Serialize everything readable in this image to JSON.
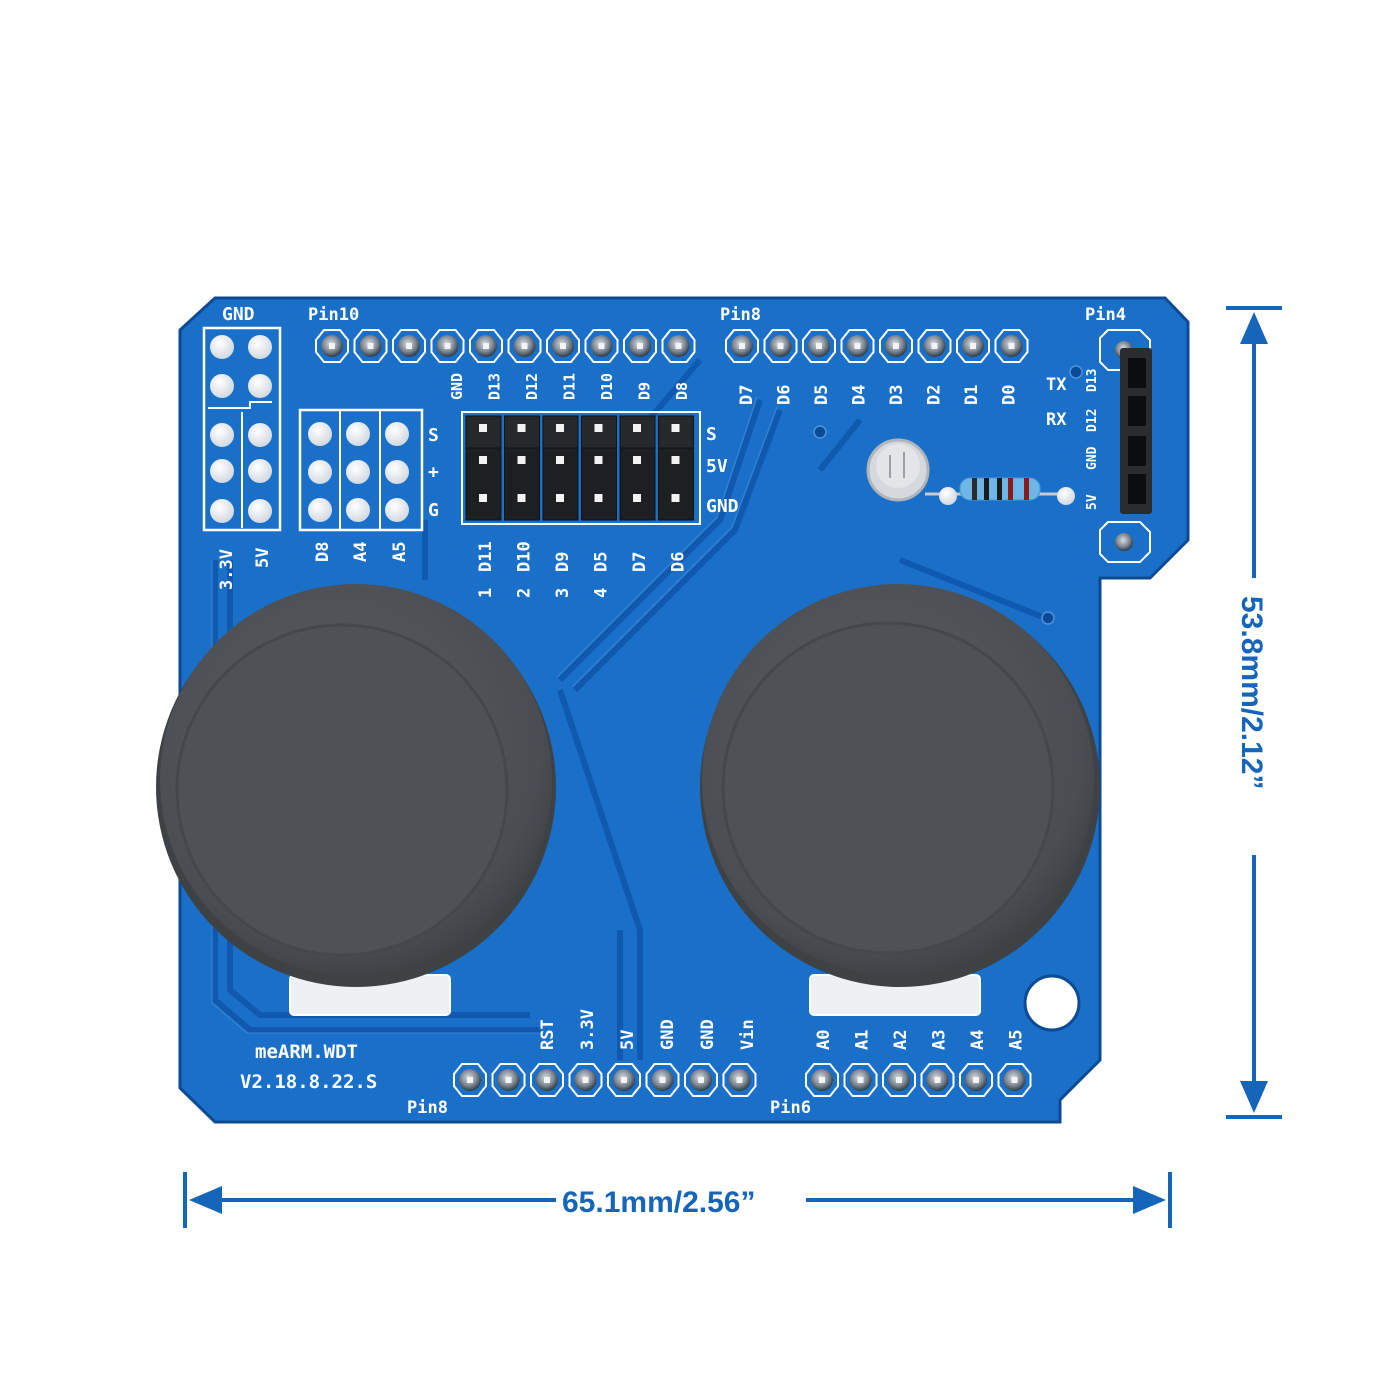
{
  "board": {
    "name": "meARM.WDT",
    "version": "V2.18.8.22.S",
    "pcb_color": "#1a6fc9",
    "pcb_dark": "#0e4f9e",
    "silk_color": "#ffffff",
    "joystick_color": "#4a4e52"
  },
  "labels": {
    "gnd_top": "GND",
    "pin10": "Pin10",
    "pin8_top": "Pin8",
    "pin4": "Pin4",
    "pin8_bottom_left": "Pin8",
    "pin6_bottom": "Pin6",
    "left_power_cols": [
      "3.3V",
      "5V"
    ],
    "servo_cols": [
      "D8",
      "A4",
      "A5"
    ],
    "servo_rows": [
      "S",
      "+",
      "G"
    ],
    "header_rows": [
      "S",
      "5V",
      "GND"
    ],
    "header_cols": [
      "D11",
      "D10",
      "D9",
      "D5",
      "D7",
      "D6"
    ],
    "header_nums": [
      "1",
      "2",
      "3",
      "4"
    ],
    "top_left_pins": [
      "GND",
      "D13",
      "D12",
      "D11",
      "D10",
      "D9",
      "D8"
    ],
    "top_right_pins": [
      "D7",
      "D6",
      "D5",
      "D4",
      "D3",
      "D2",
      "D1",
      "D0"
    ],
    "bt_labels": [
      "TX",
      "RX"
    ],
    "bt_pins": [
      "D13",
      "D12",
      "GND",
      "5V"
    ],
    "bottom_power_pins": [
      "RST",
      "3.3V",
      "5V",
      "GND",
      "GND",
      "Vin"
    ],
    "bottom_analog_pins": [
      "A0",
      "A1",
      "A2",
      "A3",
      "A4",
      "A5"
    ]
  },
  "dimensions": {
    "width_label": "65.1mm/2.56”",
    "height_label": "53.8mm/2.12”",
    "color": "#1565b8"
  }
}
